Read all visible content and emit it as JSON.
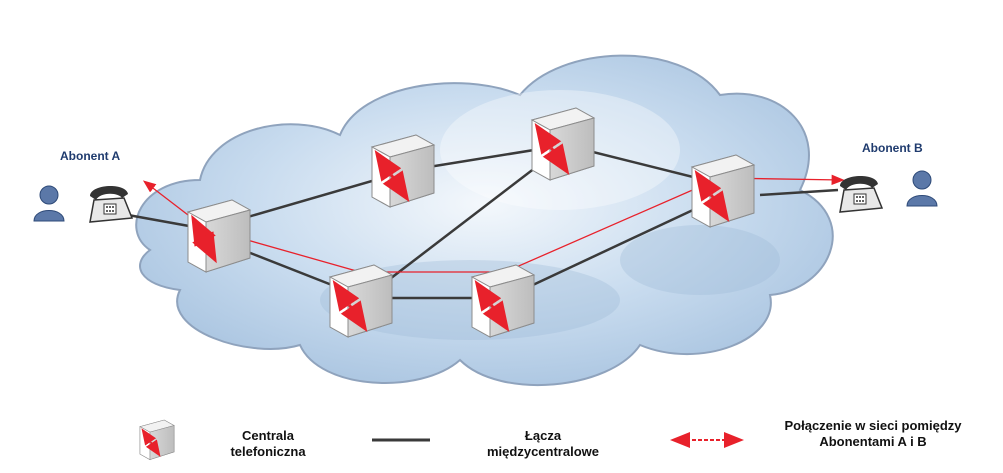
{
  "subscribers": {
    "a": {
      "label": "Abonent A"
    },
    "b": {
      "label": "Abonent B"
    }
  },
  "legend": {
    "exchange": {
      "line1": "Centrala",
      "line2": "telefoniczna"
    },
    "trunk": {
      "line1": "Łącza",
      "line2": "międzycentralowe"
    },
    "connection": {
      "line1": "Połączenie w sieci pomiędzy",
      "line2": "Abonentami A i B"
    }
  },
  "colors": {
    "trunk_line": "#3a3a3a",
    "connection_line": "#e8212b",
    "cloud_fill": "#cfe0f2",
    "cloud_stroke": "#7f8ea3",
    "person": "#5b78a8",
    "abonent_text": "#1f3b6e"
  },
  "icons": {
    "exchange": "exchange-box-icon",
    "telephone": "telephone-icon",
    "person": "person-icon"
  }
}
